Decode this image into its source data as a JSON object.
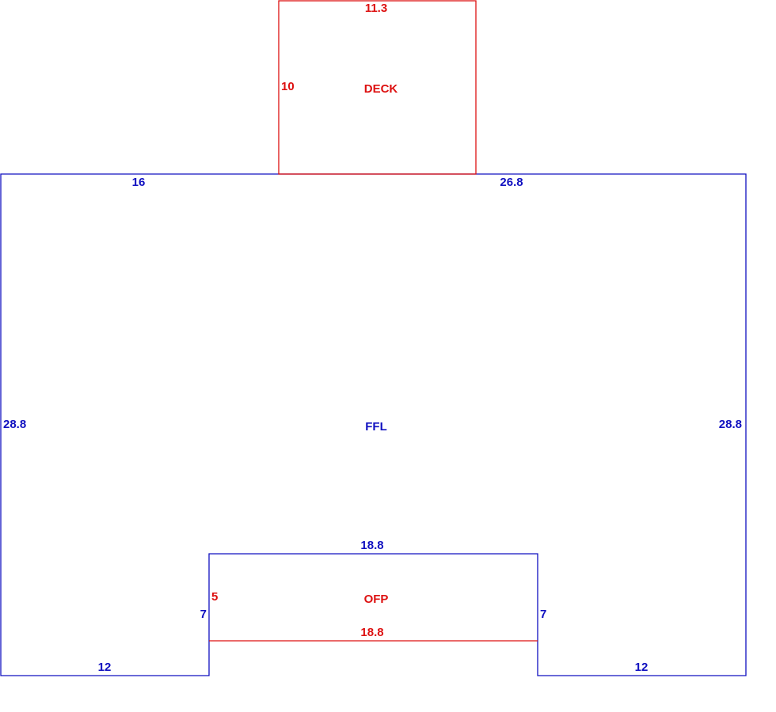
{
  "colors": {
    "main_outline": "#1010c0",
    "sub_outline": "#dd1111"
  },
  "areas": {
    "deck": {
      "label": "DECK",
      "dims": {
        "top": "11.3",
        "left": "10"
      }
    },
    "ffl": {
      "label": "FFL",
      "dims": {
        "top_left": "16",
        "top_right": "26.8",
        "left": "28.8",
        "right": "28.8",
        "bottom_left": "12",
        "bottom_right": "12",
        "notch_left": "7",
        "notch_right": "7",
        "notch_top": "18.8"
      }
    },
    "ofp": {
      "label": "OFP",
      "dims": {
        "side": "5",
        "bottom": "18.8"
      }
    }
  }
}
